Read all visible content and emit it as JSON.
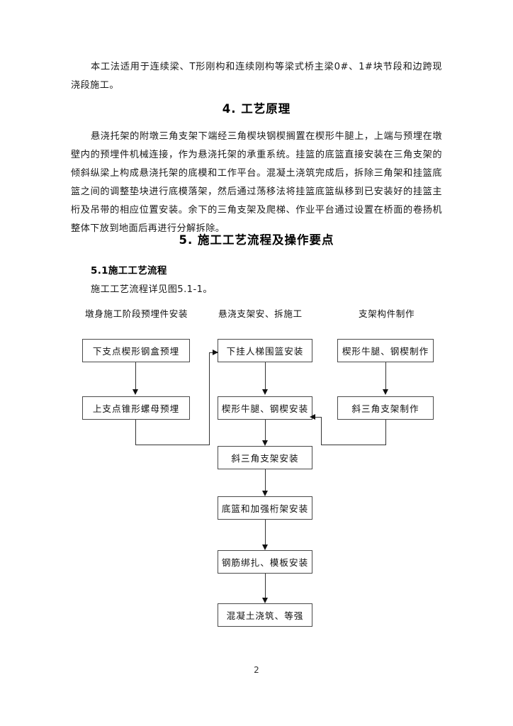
{
  "document": {
    "page_number": "2",
    "intro_paragraph": "本工法适用于连续梁、T形刚构和连续刚构等梁式桥主梁0#、1#块节段和边跨现浇段施工。",
    "section4": {
      "heading": "4. 工艺原理",
      "body": "悬浇托架的附墩三角支架下端经三角楔块钢楔搁置在楔形牛腿上，上端与预埋在墩壁内的预埋件机械连接，作为悬浇托架的承重系统。挂篮的底篮直接安装在三角支架的倾斜纵梁上构成悬浇托架的底模和工作平台。混凝土浇筑完成后，拆除三角架和挂篮底篮之间的调整垫块进行底模落架，然后通过荡移法将挂篮底篮纵移到已安装好的挂篮主桁及吊带的相应位置安装。余下的三角支架及爬梯、作业平台通过设置在桥面的卷扬机整体下放到地面后再进行分解拆除。"
    },
    "section5": {
      "heading": "5. 施工工艺流程及操作要点",
      "sub_heading": "5.1施工工艺流程",
      "body": "施工工艺流程详见图5.1-1。"
    }
  },
  "flowchart": {
    "column_headers": [
      "墩身施工阶段预埋件安装",
      "悬浇支架安、拆施工",
      "支架构件制作"
    ],
    "boxes": {
      "left_1": "下支点楔形钢盒预埋",
      "left_2": "上支点锥形螺母预埋",
      "mid_1": "下挂人梯围篮安装",
      "mid_2": "楔形牛腿、钢楔安装",
      "mid_3": "斜三角支架安装",
      "mid_4": "底篮和加强桁架安装",
      "mid_5": "钢筋绑扎、模板安装",
      "mid_6": "混凝土浇筑、等强",
      "right_1": "楔形牛腿、钢楔制作",
      "right_2": "斜三角支架制作"
    }
  }
}
